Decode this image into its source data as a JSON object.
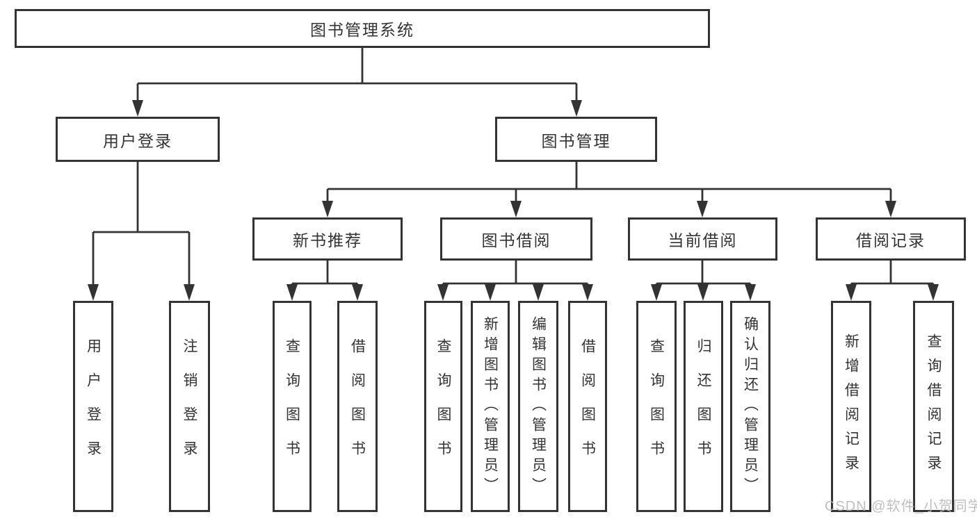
{
  "tree": {
    "label": "图书管理系统",
    "children": [
      {
        "label": "用户登录",
        "children": [
          {
            "label": "用户登录"
          },
          {
            "label": "注销登录"
          }
        ]
      },
      {
        "label": "图书管理",
        "children": [
          {
            "label": "新书推荐",
            "children": [
              {
                "label": "查询图书"
              },
              {
                "label": "借阅图书"
              }
            ]
          },
          {
            "label": "图书借阅",
            "children": [
              {
                "label": "查询图书"
              },
              {
                "label": "新增图书（管理员）"
              },
              {
                "label": "编辑图书（管理员）"
              },
              {
                "label": "借阅图书"
              }
            ]
          },
          {
            "label": "当前借阅",
            "children": [
              {
                "label": "查询图书"
              },
              {
                "label": "归还图书"
              },
              {
                "label": "确认归还（管理员）"
              }
            ]
          },
          {
            "label": "借阅记录",
            "children": [
              {
                "label": "新增借阅记录"
              },
              {
                "label": "查询借阅记录"
              }
            ]
          }
        ]
      }
    ]
  },
  "watermark": {
    "text": "CSDN @软件_小贺同学"
  },
  "colors": {
    "line": "#333333",
    "border": "#333333",
    "text": "#333333",
    "background": "#ffffff",
    "watermark": "#b9b9b9"
  }
}
